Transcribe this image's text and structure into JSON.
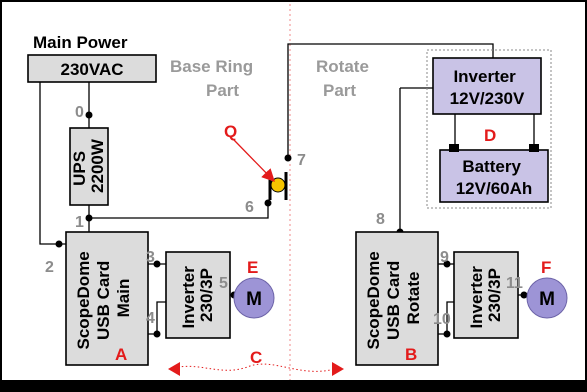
{
  "colors": {
    "box_fill": "#dcdcdc",
    "box_border": "#000000",
    "battery_fill": "#c9c3e6",
    "motor_fill": "#9d94d6",
    "marker_red": "#e31b1b",
    "node_gray": "#8c8c8c",
    "part_gray": "#9a9a9a",
    "slipring_yellow": "#f5c400"
  },
  "titles": {
    "main_power": "Main Power",
    "base_ring_part": "Base Ring\nPart",
    "rotate_part": "Rotate\nPart"
  },
  "boxes": {
    "ac": "230VAC",
    "ups": "UPS\n2200W",
    "inverter_230": "Inverter\n12V/230V",
    "battery": "Battery\n12V/60Ah",
    "card_main": "ScopeDome\nUSB Card\nMain",
    "card_rotate": "ScopeDome\nUSB Card\nRotate",
    "inverter_3p_left": "Inverter\n230/3P",
    "inverter_3p_right": "Inverter\n230/3P"
  },
  "motors": {
    "left": "M",
    "right": "M"
  },
  "nodes": [
    "0",
    "1",
    "2",
    "3",
    "4",
    "5",
    "6",
    "7",
    "8",
    "9",
    "10",
    "11"
  ],
  "markers": {
    "A": "A",
    "B": "B",
    "C": "C",
    "D": "D",
    "E": "E",
    "F": "F",
    "Q": "Q"
  },
  "icons": [
    "slip-ring-icon",
    "motor-icon",
    "wireless-link-icon"
  ]
}
